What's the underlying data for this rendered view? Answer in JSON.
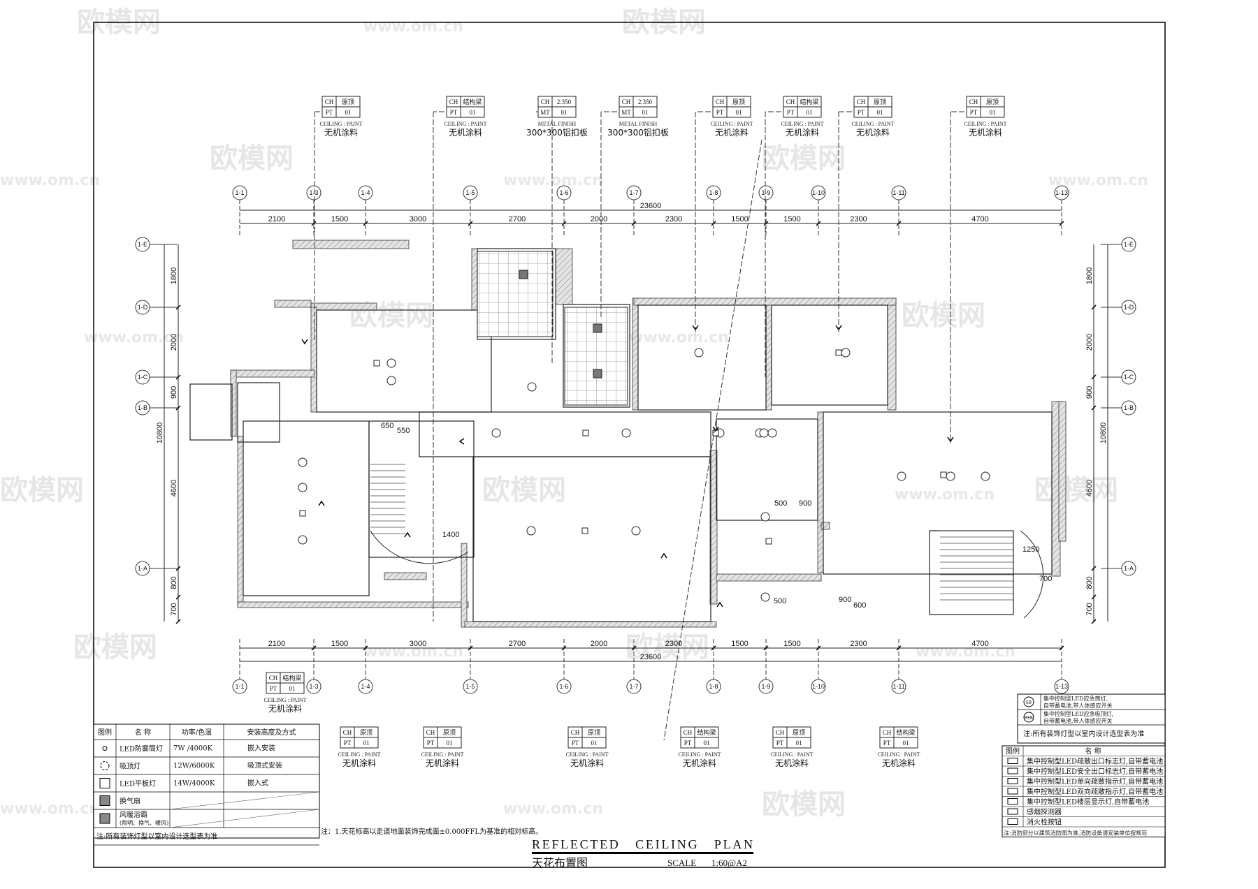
{
  "watermark": {
    "brand": "欧模网",
    "url": "www.om.cn"
  },
  "grid": {
    "columns": [
      "1-1",
      "1-3",
      "1-4",
      "1-5",
      "1-6",
      "1-7",
      "1-8",
      "1-9",
      "1-10",
      "1-11",
      "1-13"
    ],
    "rows": [
      "1-E",
      "1-D",
      "1-C",
      "1-B",
      "1-A"
    ],
    "col_spacings": [
      "2100",
      "1500",
      "3000",
      "2700",
      "2000",
      "2300",
      "1500",
      "1500",
      "2300",
      "4700"
    ],
    "col_total": "23600",
    "row_spacings": [
      "1800",
      "2000",
      "900",
      "4600",
      "800",
      "700"
    ],
    "row_total": "10800"
  },
  "top_tags": [
    {
      "ch": "原顶",
      "code": "PT",
      "num": "01",
      "type": "CEILING : PAINT",
      "material": "无机涂料"
    },
    {
      "ch": "结构梁",
      "code": "PT",
      "num": "01",
      "type": "CEILING : PAINT",
      "material": "无机涂料"
    },
    {
      "ch": "2.350",
      "code": "MT",
      "num": "01",
      "type": "METAL FINISH",
      "material": "300*300铝扣板"
    },
    {
      "ch": "2.350",
      "code": "MT",
      "num": "01",
      "type": "METAL FINISH",
      "material": "300*300铝扣板"
    },
    {
      "ch": "原顶",
      "code": "PT",
      "num": "01",
      "type": "CEILING : PAINT",
      "material": "无机涂料"
    },
    {
      "ch": "结构梁",
      "code": "PT",
      "num": "01",
      "type": "CEILING : PAINT",
      "material": "无机涂料"
    },
    {
      "ch": "原顶",
      "code": "PT",
      "num": "01",
      "type": "CEILING : PAINT",
      "material": "无机涂料"
    },
    {
      "ch": "原顶",
      "code": "PT",
      "num": "01",
      "type": "CEILING : PAINT",
      "material": "无机涂料"
    }
  ],
  "bottom_tags": [
    {
      "ch": "结构梁",
      "code": "PT",
      "num": "01",
      "type": "CEILING : PAINT",
      "material": "无机涂料"
    },
    {
      "ch": "原顶",
      "code": "PT",
      "num": "01",
      "type": "CEILING : PAINT",
      "material": "无机涂料"
    },
    {
      "ch": "原顶",
      "code": "PT",
      "num": "01",
      "type": "CEILING : PAINT",
      "material": "无机涂料"
    },
    {
      "ch": "原顶",
      "code": "PT",
      "num": "01",
      "type": "CEILING : PAINT",
      "material": "无机涂料"
    },
    {
      "ch": "结构梁",
      "code": "PT",
      "num": "01",
      "type": "CEILING : PAINT",
      "material": "无机涂料"
    },
    {
      "ch": "原顶",
      "code": "PT",
      "num": "01",
      "type": "CEILING : PAINT",
      "material": "无机涂料"
    },
    {
      "ch": "结构梁",
      "code": "PT",
      "num": "01",
      "type": "CEILING : PAINT",
      "material": "无机涂料"
    }
  ],
  "tag_labels": {
    "ch": "CH"
  },
  "plan_dims": [
    "650",
    "550",
    "1400",
    "500",
    "900",
    "1250",
    "700",
    "900",
    "600",
    "500"
  ],
  "lighting_legend": {
    "headers": [
      "图例",
      "名 称",
      "功率/色温",
      "安装高度及方式"
    ],
    "rows": [
      {
        "icon": "led-downlight-icon",
        "name": "LED防雾筒灯",
        "power": "7W /4000K",
        "install": "嵌入安装"
      },
      {
        "icon": "ceiling-lamp-icon",
        "name": "吸顶灯",
        "power": "12W/6000K",
        "install": "吸顶式安装"
      },
      {
        "icon": "led-panel-icon",
        "name": "LED平板灯",
        "power": "14W/4000K",
        "install": "嵌入式"
      },
      {
        "icon": "exhaust-fan-icon",
        "name": "换气扇",
        "power": "",
        "install": ""
      },
      {
        "icon": "bath-heater-icon",
        "name": "风暖浴霸",
        "sub": "(照明、换气、暖风)",
        "power": "",
        "install": ""
      }
    ],
    "note": "注:所有装饰灯型以室内设计选型表为准"
  },
  "emergency_legend": {
    "rows": [
      {
        "icon": "EB",
        "line1": "集中控制型LED应急筒灯,",
        "line2": "自带蓄电池,带人体感应开关"
      },
      {
        "icon": "REB",
        "line1": "集中控制型LED应急吸顶灯,",
        "line2": "自带蓄电池,带人体感应开关"
      }
    ],
    "note": "注:所有装饰灯型以室内设计选型表为准"
  },
  "fire_legend": {
    "headers": [
      "图例",
      "名        称"
    ],
    "rows": [
      {
        "icon": "exit-sign-icon",
        "name": "集中控制型LED疏散出口标志灯,自带蓄电池"
      },
      {
        "icon": "safety-exit-icon",
        "name": "集中控制型LED安全出口标志灯,自带蓄电池"
      },
      {
        "icon": "one-way-indicator-icon",
        "name": "集中控制型LED单向疏散指示灯,自带蓄电池"
      },
      {
        "icon": "two-way-indicator-icon",
        "name": "集中控制型LED双向疏散指示灯,自带蓄电池"
      },
      {
        "icon": "floor-indicator-icon",
        "name": "集中控制型LED楼层显示灯,自带蓄电池"
      },
      {
        "icon": "smoke-detector-icon",
        "name": "感烟探测器"
      },
      {
        "icon": "hydrant-button-icon",
        "name": "消火栓按钮"
      }
    ],
    "note": "注:消防部分以建筑消防图为准,消防设备请安装单位按规范"
  },
  "general_note": "注：1.天花标高以走道地面装饰完成面±0.000FFL为基准的相对标高。",
  "title_block": {
    "title_en": "REFLECTED   CEILING   PLAN",
    "title_cn": "天花布置图",
    "scale_label": "SCALE",
    "scale": "1:60@A2"
  }
}
